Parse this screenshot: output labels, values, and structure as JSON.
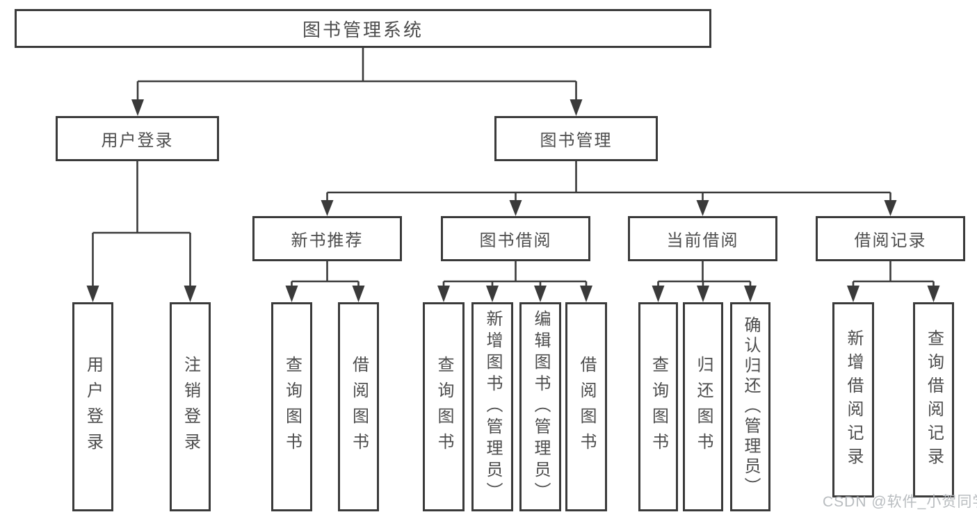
{
  "diagram_type": "hierarchy-tree",
  "colors": {
    "line": "#3a3a3a",
    "box_border": "#3a3a3a",
    "text": "#4c4c4c",
    "background": "#ffffff",
    "watermark_text_color": "#b1b5b9"
  },
  "tree": {
    "label": "图书管理系统",
    "children": [
      {
        "label": "用户登录",
        "children": [
          {
            "label": "用户登录"
          },
          {
            "label": "注销登录"
          }
        ]
      },
      {
        "label": "图书管理",
        "children": [
          {
            "label": "新书推荐",
            "children": [
              {
                "label": "查询图书"
              },
              {
                "label": "借阅图书"
              }
            ]
          },
          {
            "label": "图书借阅",
            "children": [
              {
                "label": "查询图书"
              },
              {
                "label": "新增图书（管理员）"
              },
              {
                "label": "编辑图书（管理员）"
              },
              {
                "label": "借阅图书"
              }
            ]
          },
          {
            "label": "当前借阅",
            "children": [
              {
                "label": "查询图书"
              },
              {
                "label": "归还图书"
              },
              {
                "label": "确认归还（管理员）"
              }
            ]
          },
          {
            "label": "借阅记录",
            "children": [
              {
                "label": "新增借阅记录"
              },
              {
                "label": "查询借阅记录"
              }
            ]
          }
        ]
      }
    ]
  },
  "watermark": "CSDN @软件_小贺同学"
}
